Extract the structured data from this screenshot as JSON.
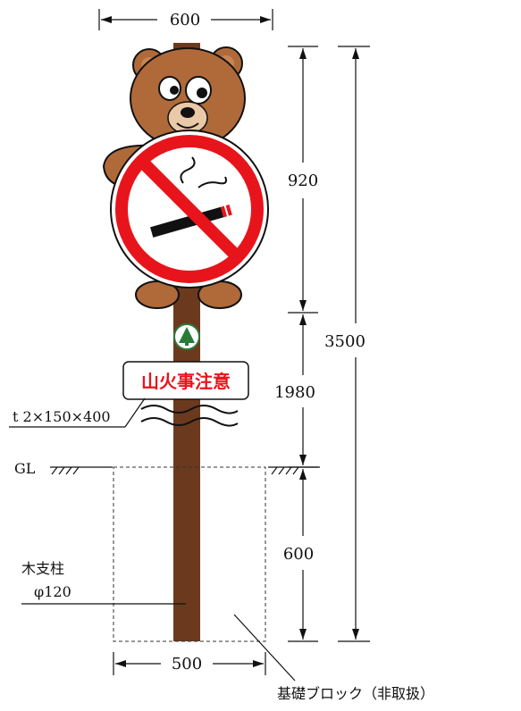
{
  "dimensions": {
    "top_width": "600",
    "sign_height": "920",
    "post_height": "1980",
    "total_height": "3500",
    "buried_depth": "600",
    "base_width": "500"
  },
  "labels": {
    "ground_level": "GL",
    "plate_spec": "t 2×150×400",
    "post_material_line1": "木支柱",
    "post_material_line2": "φ120",
    "foundation": "基礎ブロック（非取扱）"
  },
  "sign": {
    "plate_text": "山火事注意"
  },
  "colors": {
    "bear": "#b06a3a",
    "post": "#6b3a1e",
    "prohibition_red": "#e8141c",
    "plate_text": "#e8141c"
  }
}
